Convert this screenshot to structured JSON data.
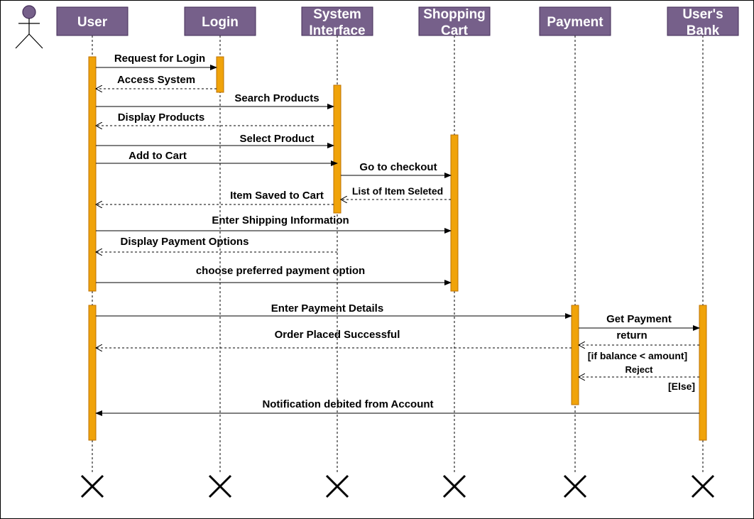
{
  "diagram": {
    "participants": [
      {
        "id": "user",
        "lines": [
          "User"
        ]
      },
      {
        "id": "login",
        "lines": [
          "Login"
        ]
      },
      {
        "id": "system",
        "lines": [
          "System",
          "Interface"
        ]
      },
      {
        "id": "cart",
        "lines": [
          "Shopping",
          "Cart"
        ]
      },
      {
        "id": "payment",
        "lines": [
          "Payment"
        ]
      },
      {
        "id": "bank",
        "lines": [
          "User's",
          "Bank"
        ]
      }
    ],
    "messages": [
      {
        "text": "Request for Login",
        "from": "user",
        "to": "login",
        "style": "solid"
      },
      {
        "text": "Access System",
        "from": "login",
        "to": "user",
        "style": "dashed"
      },
      {
        "text": "Search Products",
        "from": "user",
        "to": "system",
        "style": "solid"
      },
      {
        "text": "Display Products",
        "from": "system",
        "to": "user",
        "style": "dashed"
      },
      {
        "text": "Select Product",
        "from": "user",
        "to": "system",
        "style": "solid"
      },
      {
        "text": "Add to Cart",
        "from": "user",
        "to": "system",
        "style": "solid"
      },
      {
        "text": "Go to checkout",
        "from": "system",
        "to": "cart",
        "style": "solid"
      },
      {
        "text": "List of Item Seleted",
        "from": "cart",
        "to": "system",
        "style": "dashed"
      },
      {
        "text": "Item Saved to Cart",
        "from": "system",
        "to": "user",
        "style": "dashed"
      },
      {
        "text": "Enter Shipping Information",
        "from": "user",
        "to": "cart",
        "style": "solid"
      },
      {
        "text": "Display Payment Options",
        "from": "system",
        "to": "user",
        "style": "dashed"
      },
      {
        "text": "choose preferred payment option",
        "from": "user",
        "to": "cart",
        "style": "solid"
      },
      {
        "text": "Enter Payment Details",
        "from": "user",
        "to": "payment",
        "style": "solid"
      },
      {
        "text": "Get Payment",
        "from": "payment",
        "to": "bank",
        "style": "solid"
      },
      {
        "text": "return",
        "from": "bank",
        "to": "payment",
        "style": "dashed"
      },
      {
        "text": "Order Placed Successful",
        "from": "payment",
        "to": "user",
        "style": "dashed"
      },
      {
        "text": "Reject",
        "from": "bank",
        "to": "payment",
        "style": "dashed"
      },
      {
        "text": "Notification debited from Account",
        "from": "bank",
        "to": "user",
        "style": "solid"
      }
    ],
    "guards": [
      "[if balance < amount]",
      "[Else]"
    ],
    "colors": {
      "participant_fill": "#76608a",
      "participant_border": "#432d57",
      "activation_fill": "#f0a30a",
      "activation_border": "#bd7000",
      "line": "#000000"
    },
    "icons": {
      "actor": "stick-figure-actor-icon",
      "destroy": "x-destruction-icon"
    }
  }
}
